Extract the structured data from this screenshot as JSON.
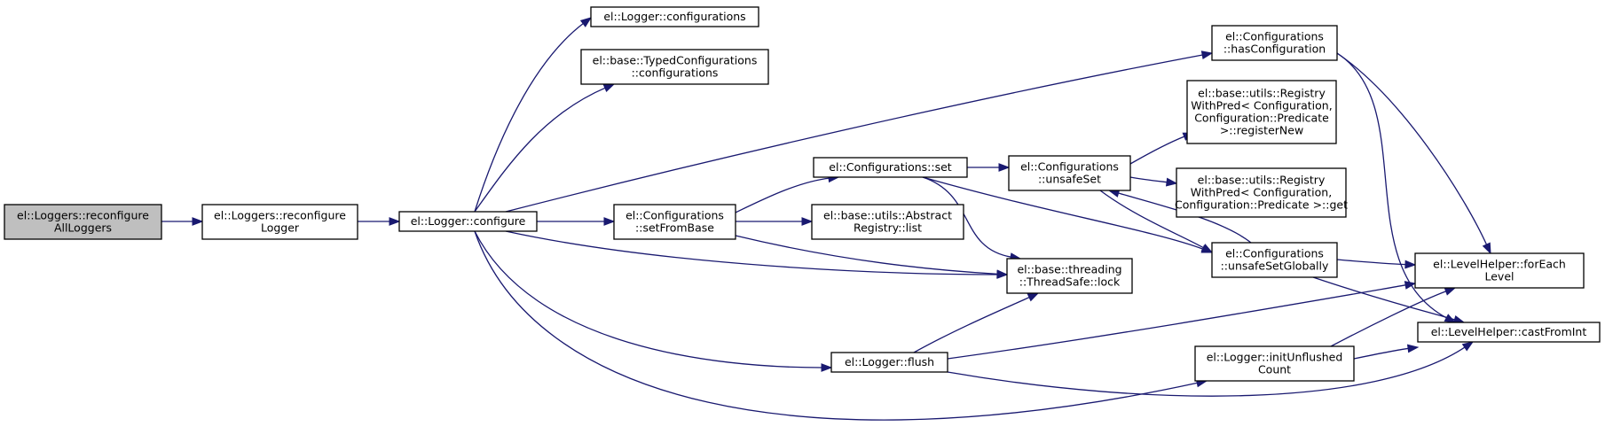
{
  "colors": {
    "edge": "#191970",
    "root_fill": "#bfbfbf",
    "node_fill": "#ffffff",
    "border": "#000000"
  },
  "nodes": [
    {
      "id": "root",
      "lines": [
        "el::Loggers::reconfigure",
        "AllLoggers"
      ],
      "root": true
    },
    {
      "id": "reconfLogger",
      "lines": [
        "el::Loggers::reconfigure",
        "Logger"
      ]
    },
    {
      "id": "configure",
      "lines": [
        "el::Logger::configure"
      ]
    },
    {
      "id": "configurations",
      "lines": [
        "el::Logger::configurations"
      ]
    },
    {
      "id": "typedConf",
      "lines": [
        "el::base::TypedConfigurations",
        "::configurations"
      ]
    },
    {
      "id": "setFromBase",
      "lines": [
        "el::Configurations",
        "::setFromBase"
      ]
    },
    {
      "id": "confSet",
      "lines": [
        "el::Configurations::set"
      ]
    },
    {
      "id": "absList",
      "lines": [
        "el::base::utils::Abstract",
        "Registry::list"
      ]
    },
    {
      "id": "lock",
      "lines": [
        "el::base::threading",
        "::ThreadSafe::lock"
      ]
    },
    {
      "id": "flush",
      "lines": [
        "el::Logger::flush"
      ]
    },
    {
      "id": "hasConf",
      "lines": [
        "el::Configurations",
        "::hasConfiguration"
      ]
    },
    {
      "id": "unsafeSet",
      "lines": [
        "el::Configurations",
        "::unsafeSet"
      ]
    },
    {
      "id": "regNew",
      "lines": [
        "el::base::utils::Registry",
        "WithPred< Configuration,",
        "Configuration::Predicate",
        ">::registerNew"
      ]
    },
    {
      "id": "regGet",
      "lines": [
        "el::base::utils::Registry",
        "WithPred< Configuration,",
        "Configuration::Predicate >::get"
      ]
    },
    {
      "id": "unsafeSetGlobally",
      "lines": [
        "el::Configurations",
        "::unsafeSetGlobally"
      ]
    },
    {
      "id": "initUnflushed",
      "lines": [
        "el::Logger::initUnflushed",
        "Count"
      ]
    },
    {
      "id": "forEachLevel",
      "lines": [
        "el::LevelHelper::forEach",
        "Level"
      ]
    },
    {
      "id": "castFromInt",
      "lines": [
        "el::LevelHelper::castFromInt"
      ]
    }
  ],
  "edges": [
    {
      "from": "root",
      "to": "reconfLogger"
    },
    {
      "from": "reconfLogger",
      "to": "configure"
    },
    {
      "from": "configure",
      "to": "configurations"
    },
    {
      "from": "configure",
      "to": "typedConf"
    },
    {
      "from": "configure",
      "to": "hasConf"
    },
    {
      "from": "configure",
      "to": "setFromBase"
    },
    {
      "from": "configure",
      "to": "lock"
    },
    {
      "from": "configure",
      "to": "flush"
    },
    {
      "from": "configure",
      "to": "initUnflushed"
    },
    {
      "from": "setFromBase",
      "to": "confSet"
    },
    {
      "from": "setFromBase",
      "to": "absList"
    },
    {
      "from": "setFromBase",
      "to": "lock"
    },
    {
      "from": "confSet",
      "to": "unsafeSet"
    },
    {
      "from": "confSet",
      "to": "lock"
    },
    {
      "from": "confSet",
      "to": "unsafeSetGlobally"
    },
    {
      "from": "unsafeSet",
      "to": "regNew"
    },
    {
      "from": "unsafeSet",
      "to": "regGet"
    },
    {
      "from": "unsafeSet",
      "to": "unsafeSetGlobally"
    },
    {
      "from": "unsafeSetGlobally",
      "to": "unsafeSet"
    },
    {
      "from": "unsafeSetGlobally",
      "to": "forEachLevel"
    },
    {
      "from": "unsafeSetGlobally",
      "to": "castFromInt"
    },
    {
      "from": "hasConf",
      "to": "forEachLevel"
    },
    {
      "from": "hasConf",
      "to": "castFromInt"
    },
    {
      "from": "flush",
      "to": "lock"
    },
    {
      "from": "flush",
      "to": "forEachLevel"
    },
    {
      "from": "flush",
      "to": "castFromInt"
    },
    {
      "from": "initUnflushed",
      "to": "forEachLevel"
    },
    {
      "from": "initUnflushed",
      "to": "castFromInt"
    }
  ]
}
